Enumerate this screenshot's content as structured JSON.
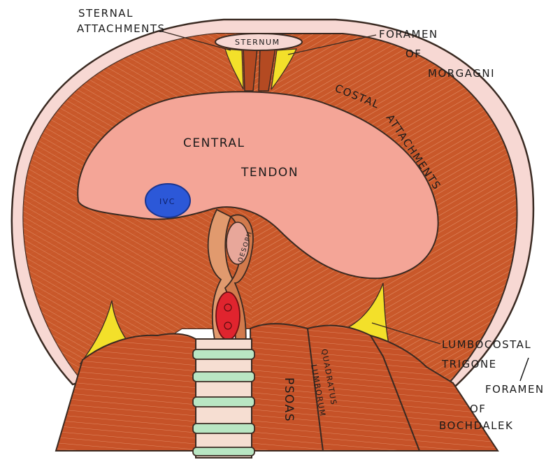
{
  "colors": {
    "muscle": "#c9582a",
    "muscle_dark": "#8e3515",
    "tendon": "#f4a597",
    "pleura": "#f7d8d3",
    "fat": "#f3e02a",
    "ivc": "#2c58d8",
    "aorta": "#e0242e",
    "vertebra": "#f6ded2",
    "disc": "#b9e6c3",
    "outline": "#3a2a22"
  },
  "labels": {
    "sternal_attachments": [
      "STERNAL",
      "ATTACHMENTS"
    ],
    "sternum": "STERNUM",
    "foramen_morgagni": [
      "FORAMEN",
      "OF",
      "MORGAGNI"
    ],
    "costal_attachments": [
      "COSTAL",
      "ATTACHMENTS"
    ],
    "central_tendon": [
      "CENTRAL",
      "TENDON"
    ],
    "ivc": "IVC",
    "oesophagus": "OESOPH",
    "psoas": "PSOAS",
    "quadratus_lumborum": [
      "QUADRATUS",
      "LUMBORUM"
    ],
    "lumbocostal_trigone": [
      "LUMBOCOSTAL",
      "TRIGONE",
      "FORAMEN",
      "OF",
      "BOCHDALEK"
    ]
  }
}
